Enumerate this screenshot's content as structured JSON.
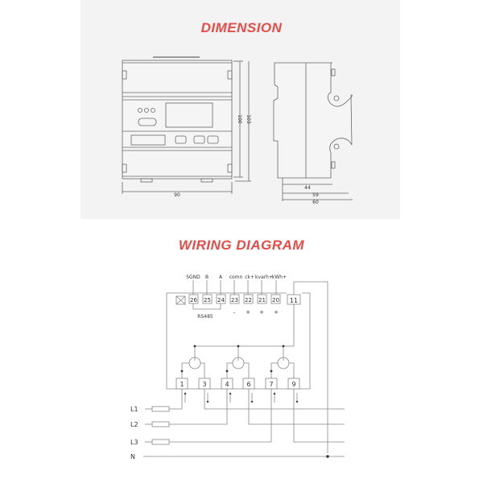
{
  "dimension": {
    "title": "DIMENSION",
    "front_view": {
      "width_label": "90",
      "height_label_inner": "100",
      "height_label_outer": "103"
    },
    "side_view": {
      "depth_labels": [
        "44",
        "59",
        "60"
      ]
    }
  },
  "wiring": {
    "title": "WIRING DIAGRAM",
    "top_signal_labels": [
      "SGND",
      "B",
      "A",
      "comn",
      "ck+",
      "kvarh+",
      "kWh+"
    ],
    "top_terminals": [
      "26",
      "25",
      "24",
      "23",
      "22",
      "21",
      "20"
    ],
    "pulse_signs": [
      "–",
      "+",
      "+",
      "+"
    ],
    "rs485_label": "RS485",
    "neutral_terminal": "11",
    "bottom_terminals": [
      "1",
      "3",
      "4",
      "6",
      "7",
      "9"
    ],
    "line_labels": [
      "L1",
      "L2",
      "L3",
      "N"
    ]
  },
  "colors": {
    "title_red": "#ea4a45",
    "panel_bg": "#f3f3f3",
    "line": "#777777"
  }
}
